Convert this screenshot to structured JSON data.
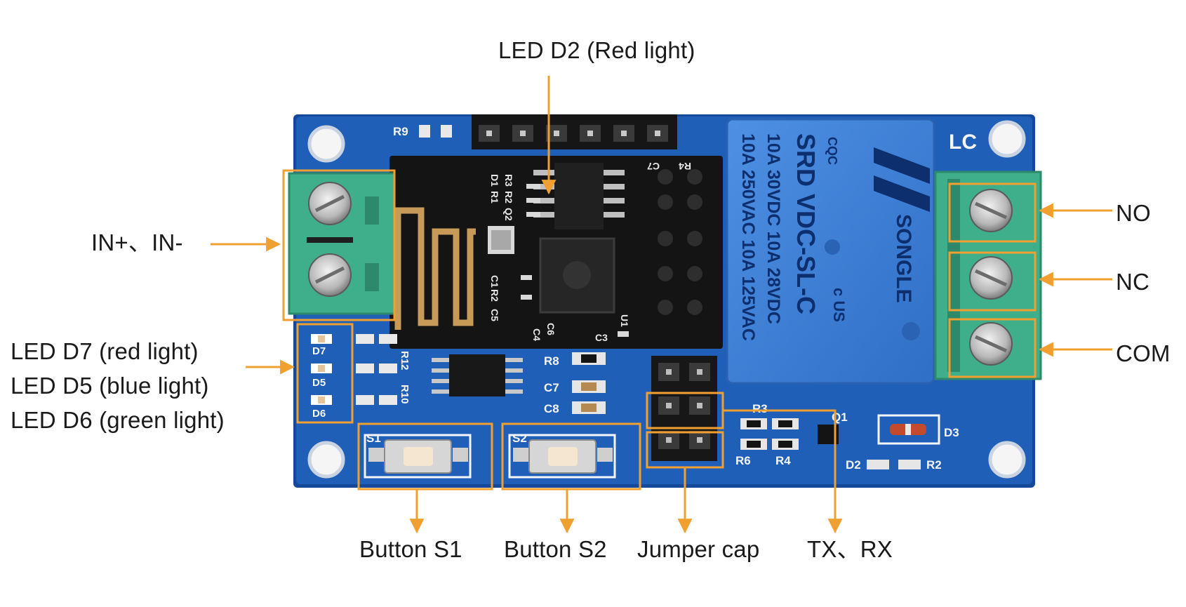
{
  "callouts": {
    "led_d2": "LED D2 (Red light)",
    "in_terminals": "IN+、IN-",
    "led_d7": "LED D7 (red light)",
    "led_d5": "LED D5  (blue light)",
    "led_d6": "LED D6 (green light)",
    "no": "NO",
    "nc": "NC",
    "com": "COM",
    "button_s1": "Button S1",
    "button_s2": "Button S2",
    "jumper_cap": "Jumper cap",
    "tx_rx": "TX、RX"
  },
  "board": {
    "brand": "LC",
    "silkscreen": {
      "r9": "R9",
      "s1": "S1",
      "s2": "S2",
      "r8": "R8",
      "c7": "C7",
      "c8": "C8",
      "r3": "R3",
      "q1": "Q1",
      "d3": "D3",
      "r6": "R6",
      "r4": "R4",
      "d2": "D2",
      "r2": "R2",
      "d7": "D7",
      "d5": "D5",
      "d6": "D6",
      "r12": "R12",
      "r10": "R10"
    },
    "module": {
      "d1": "D1",
      "r1": "R1",
      "r3": "R3",
      "r2": "R2",
      "q2": "Q2",
      "c7": "C7",
      "r4": "R4",
      "c1": "C1",
      "c3": "C3",
      "c4": "C4",
      "c5": "C5",
      "c6": "C6",
      "u1": "U1",
      "r2b": "R2"
    },
    "relay": {
      "line1": "10A 250VAC  10A 125VAC",
      "line2": "10A  30VDC  10A  28VDC",
      "line3": "SRD   VDC-SL-C",
      "brand": "SONGLE",
      "cqc": "CQC",
      "ul": "c  US"
    }
  },
  "colors": {
    "pcb": "#1f5fb8",
    "pcb_edge": "#16489a",
    "terminal": "#3fae8a",
    "relay": "#3c7fd6",
    "module": "#141414",
    "callout": "#f0a030"
  }
}
